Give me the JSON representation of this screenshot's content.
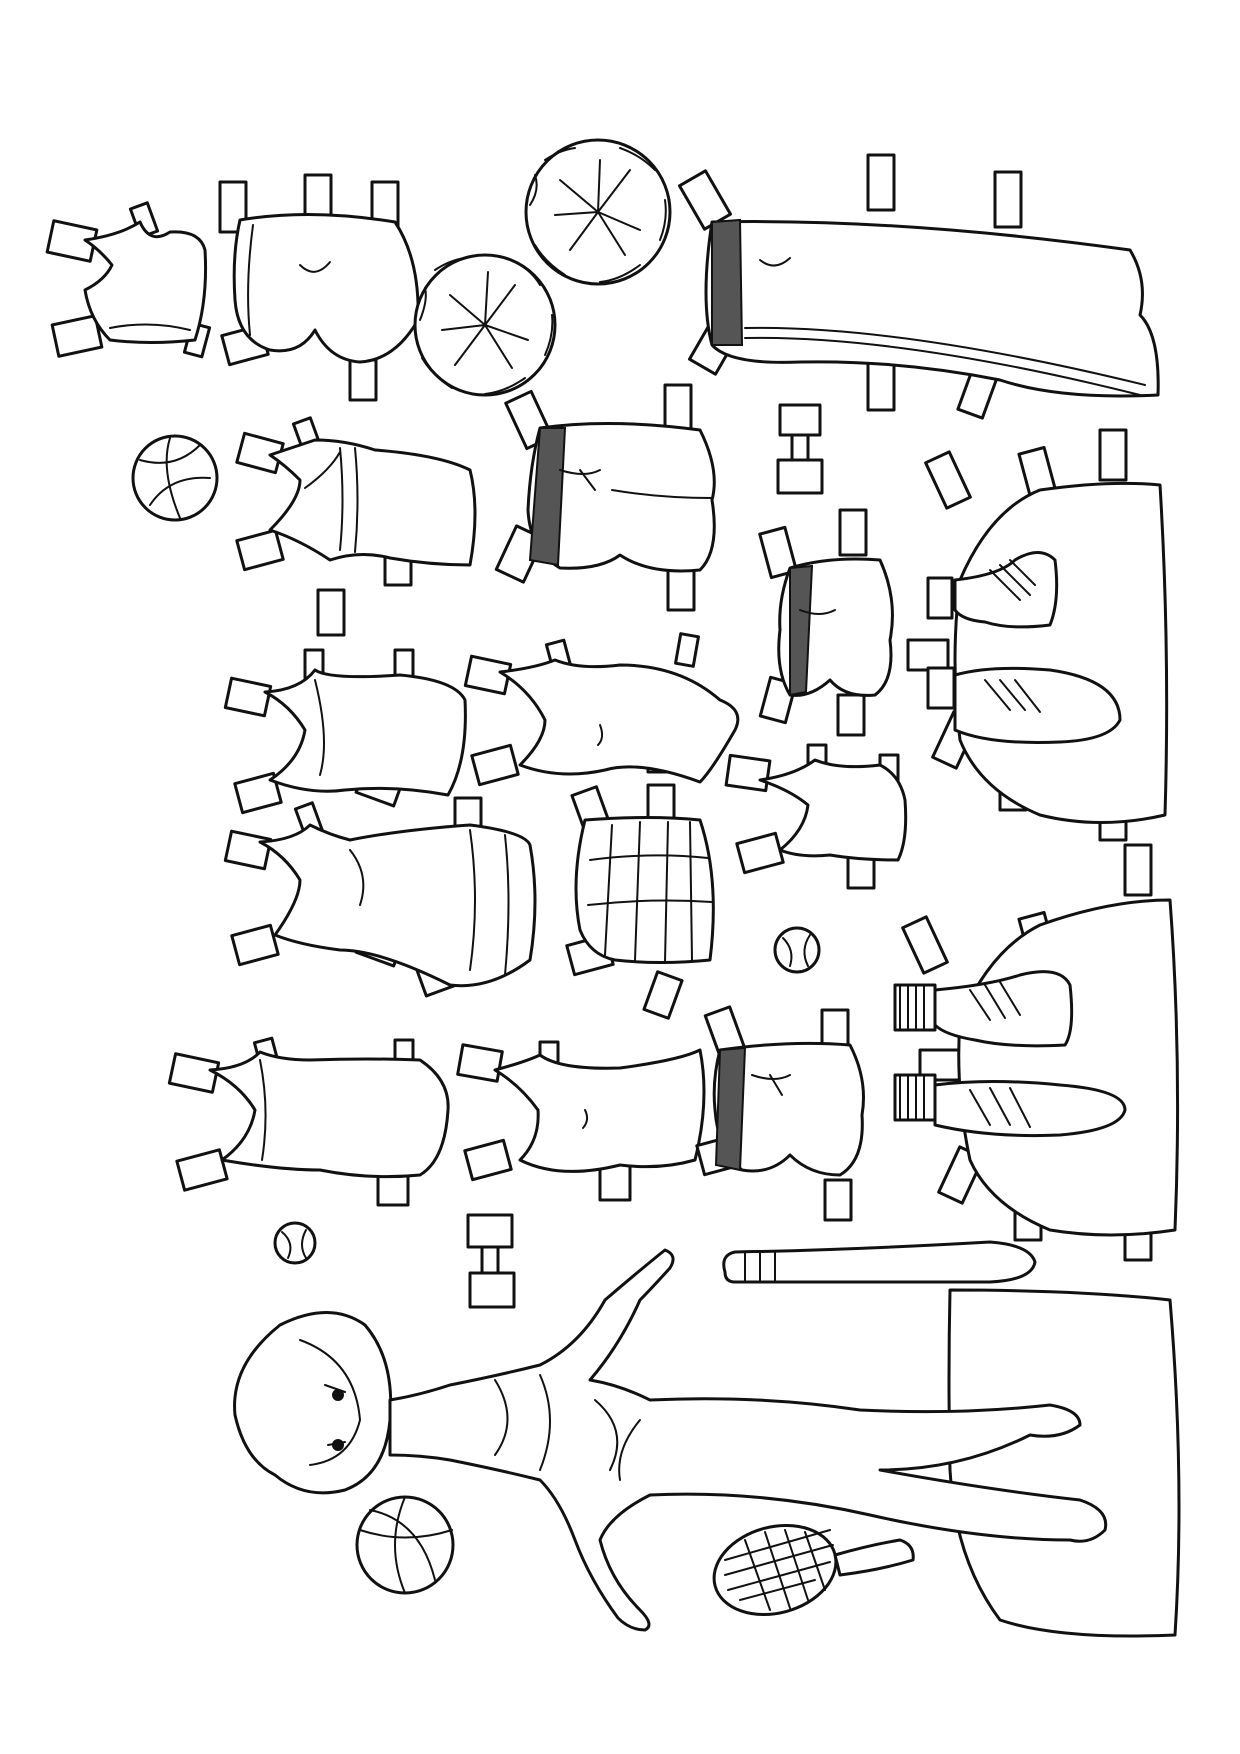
{
  "page": {
    "background": "#ffffff",
    "line_color": "#111111"
  },
  "items": {
    "doll": "paper-doll",
    "tops": [
      "tank-top",
      "tank-top-stripes",
      "tank-top-plain",
      "leotard",
      "cropped-top",
      "short-top",
      "tee-shirt"
    ],
    "bottoms": [
      "bike-shorts",
      "drawstring-shorts",
      "pleated-skirt",
      "track-pants",
      "gym-shorts",
      "running-shorts"
    ],
    "sport_props": [
      "volleyball",
      "pom-pom",
      "pom-pom",
      "dumbbell",
      "dumbbell",
      "baseball",
      "tennis-ball",
      "basketball",
      "tennis-racket",
      "baseball-bat"
    ],
    "shoes": [
      "high-top-sneakers",
      "sneakers-with-socks"
    ]
  }
}
